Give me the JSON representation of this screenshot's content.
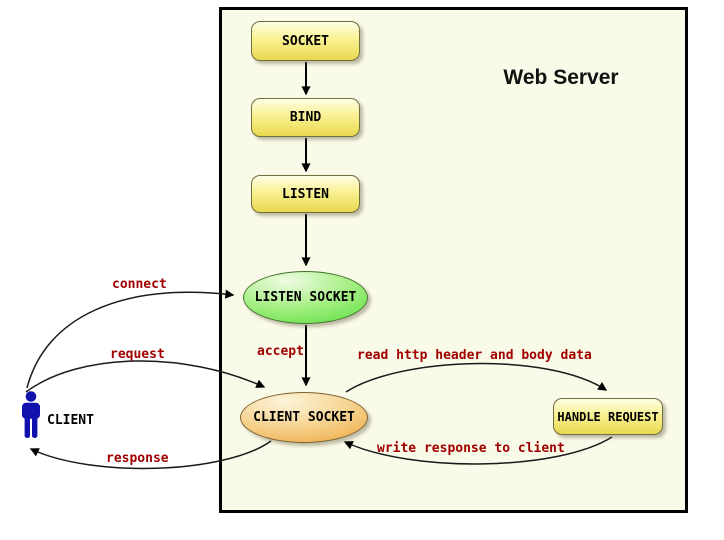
{
  "title": "Web Server",
  "actor": {
    "label": "CLIENT"
  },
  "nodes": {
    "socket": "SOCKET",
    "bind": "BIND",
    "listen": "LISTEN",
    "listen_socket": "LISTEN SOCKET",
    "client_socket": "CLIENT SOCKET",
    "handle_request": "HANDLE REQUEST"
  },
  "edges": {
    "connect": "connect",
    "request": "request",
    "accept": "accept",
    "read": "read http header and body data",
    "write": "write response to client",
    "response": "response"
  },
  "colors": {
    "edge_label_red": "#a00000",
    "process_gradient_top": "#fefee4",
    "process_gradient_bottom": "#e9d84e",
    "listen_socket_green": "#52dd38",
    "client_socket_orange": "#eca437",
    "actor_blue": "#1111ad",
    "server_background_cream": "#fafae8",
    "border_black": "#000000"
  }
}
